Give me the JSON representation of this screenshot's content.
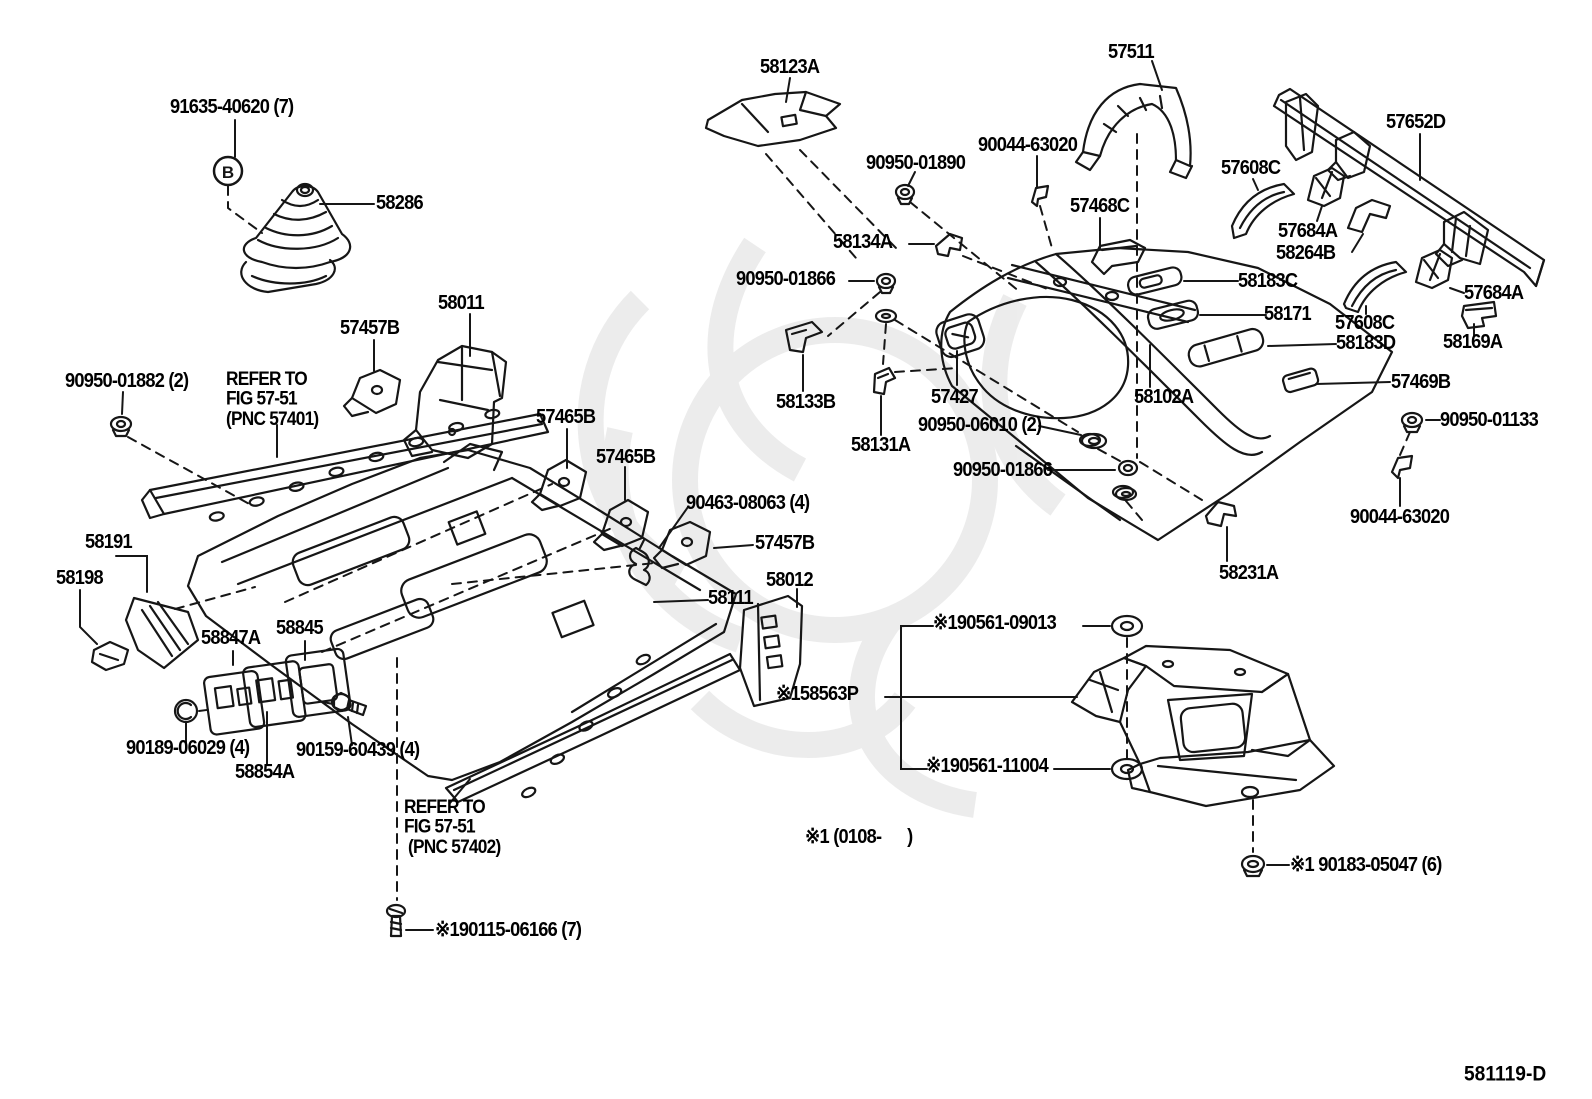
{
  "figure": {
    "code": "581119-D",
    "callout_letter_b": "B"
  },
  "notes": {
    "refer_upper": "REFER TO\nFIG 57-51\n(PNC 57401)",
    "refer_lower": "REFER TO\nFIG 57-51\n (PNC 57402)",
    "applicability": "※1 (0108-      )"
  },
  "labels": {
    "k91635": {
      "text": "91635-40620 (7)"
    },
    "k58286": {
      "text": "58286"
    },
    "k58123A": {
      "text": "58123A"
    },
    "k57511": {
      "text": "57511"
    },
    "k57652D": {
      "text": "57652D"
    },
    "k90044top": {
      "text": "90044-63020"
    },
    "k90950_01890": {
      "text": "90950-01890"
    },
    "k57608C_1": {
      "text": "57608C"
    },
    "k57468C": {
      "text": "57468C"
    },
    "k57684A_1": {
      "text": "57684A"
    },
    "k58134A": {
      "text": "58134A"
    },
    "k58264B": {
      "text": "58264B"
    },
    "k90950_01866_1": {
      "text": "90950-01866"
    },
    "k58183C": {
      "text": "58183C"
    },
    "k58011": {
      "text": "58011"
    },
    "k58171": {
      "text": "58171"
    },
    "k57457B_1": {
      "text": "57457B"
    },
    "k57608C_2": {
      "text": "57608C"
    },
    "k57684A_2": {
      "text": "57684A"
    },
    "k58183D": {
      "text": "58183D"
    },
    "k58169A": {
      "text": "58169A"
    },
    "k90950_01882": {
      "text": "90950-01882 (2)"
    },
    "k57469B": {
      "text": "57469B"
    },
    "k58133B": {
      "text": "58133B"
    },
    "k57427": {
      "text": "57427"
    },
    "k58102A": {
      "text": "58102A"
    },
    "k90950_01133": {
      "text": "90950-01133"
    },
    "k57465B_1": {
      "text": "57465B"
    },
    "k90950_06010": {
      "text": "90950-06010 (2)"
    },
    "k58131A": {
      "text": "58131A"
    },
    "k57465B_2": {
      "text": "57465B"
    },
    "k90950_01866_2": {
      "text": "90950-01866"
    },
    "k90463_08063": {
      "text": "90463-08063 (4)"
    },
    "k90044right": {
      "text": "90044-63020"
    },
    "k57457B_2": {
      "text": "57457B"
    },
    "k58191": {
      "text": "58191"
    },
    "k58198": {
      "text": "58198"
    },
    "k58012": {
      "text": "58012"
    },
    "k58231A": {
      "text": "58231A"
    },
    "k58111": {
      "text": "58111"
    },
    "k90561_09013": {
      "text": "※190561-09013"
    },
    "k58847A": {
      "text": "58847A"
    },
    "k58845": {
      "text": "58845"
    },
    "k58563P": {
      "text": "※158563P"
    },
    "k90189_06029": {
      "text": "90189-06029 (4)"
    },
    "k90159_60439": {
      "text": "90159-60439 (4)"
    },
    "k90561_11004": {
      "text": "※190561-11004"
    },
    "k58854A": {
      "text": "58854A"
    },
    "k90183_05047": {
      "text": "※1 90183-05047 (6)"
    },
    "k90115_06166": {
      "text": "※190115-06166 (7)"
    }
  }
}
